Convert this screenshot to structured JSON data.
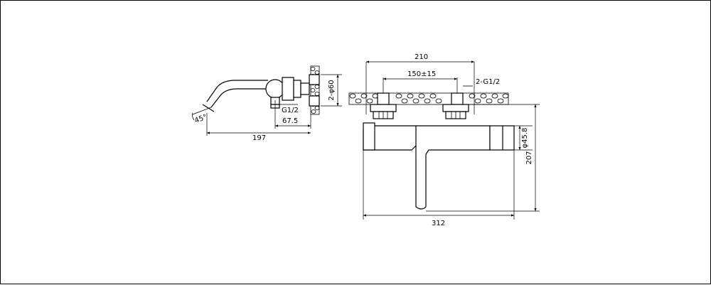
{
  "drawing": {
    "side_view": {
      "angle_label": "45°",
      "thread_label": "G1/2",
      "length_label": "197",
      "depth_label": "67.5",
      "flange_label": "2-φ60"
    },
    "front_view": {
      "centers_label": "210",
      "center_range_label": "150±15",
      "inlet_label": "2-G1/2",
      "width_label": "312",
      "height_label": "207",
      "handle_label": "φ45.8"
    }
  }
}
